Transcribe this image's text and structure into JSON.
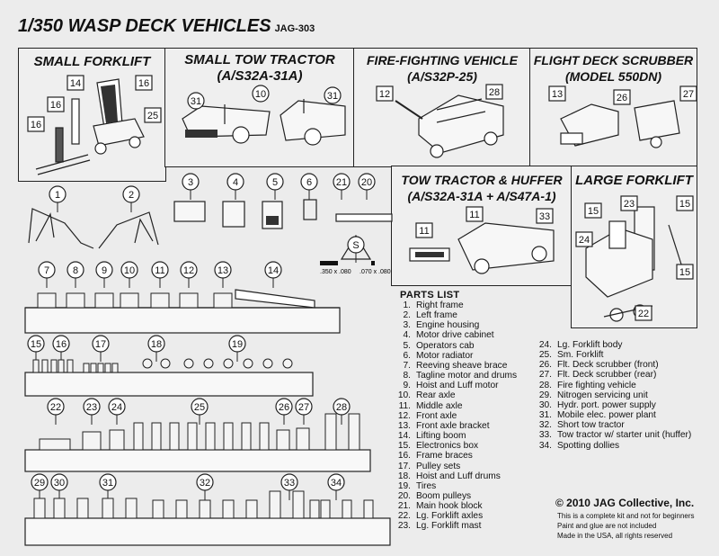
{
  "title": "1/350 WASP DECK VEHICLES",
  "code": "JAG-303",
  "sections": {
    "small_forklift": "SMALL FORKLIFT",
    "small_tow_tractor": [
      "SMALL TOW TRACTOR",
      "(A/S32A-31A)"
    ],
    "fire_fighting": [
      "FIRE-FIGHTING VEHICLE",
      "(A/S32P-25)"
    ],
    "deck_scrubber": [
      "FLIGHT DECK SCRUBBER",
      "(MODEL 550DN)"
    ],
    "tow_tractor_huffer": [
      "TOW TRACTOR & HUFFER",
      "(A/S32A-31A + A/S47A-1)"
    ],
    "large_forklift": "LARGE FORKLIFT"
  },
  "callouts": {
    "small_forklift": [
      "14",
      "16",
      "16",
      "16",
      "25"
    ],
    "small_tow_tractor": [
      "31",
      "10",
      "31"
    ],
    "fire_fighting": [
      "12",
      "28"
    ],
    "deck_scrubber": [
      "13",
      "26",
      "27"
    ],
    "tow_tractor_huffer": [
      "11",
      "33",
      "11"
    ],
    "large_forklift": [
      "23",
      "15",
      "15",
      "24",
      "15",
      "22"
    ],
    "loose": [
      "1",
      "2",
      "3",
      "4",
      "5",
      "6",
      "21",
      "20",
      "S"
    ],
    "sprue1": [
      "7",
      "8",
      "9",
      "10",
      "11",
      "12",
      "13",
      "14"
    ],
    "sprue2": [
      "15",
      "16",
      "17",
      "18",
      "19"
    ],
    "sprue3": [
      "22",
      "23",
      "24",
      "25",
      "26",
      "27",
      "28"
    ],
    "sprue4": [
      "29",
      "30",
      "31",
      "32",
      "33",
      "34"
    ]
  },
  "stock_labels": [
    ".350 x .080",
    ".070 x .080"
  ],
  "parts_list_title": "PARTS  LIST",
  "parts_list": [
    {
      "n": "1.",
      "name": "Right frame"
    },
    {
      "n": "2.",
      "name": "Left frame"
    },
    {
      "n": "3.",
      "name": "Engine housing"
    },
    {
      "n": "4.",
      "name": "Motor drive cabinet"
    },
    {
      "n": "5.",
      "name": "Operators cab"
    },
    {
      "n": "6.",
      "name": "Motor radiator"
    },
    {
      "n": "7.",
      "name": "Reeving  sheave brace"
    },
    {
      "n": "8.",
      "name": "Tagline motor and drums"
    },
    {
      "n": "9.",
      "name": "Hoist and Luff motor"
    },
    {
      "n": "10.",
      "name": "Rear axle"
    },
    {
      "n": "11.",
      "name": "Middle axle"
    },
    {
      "n": "12.",
      "name": "Front axle"
    },
    {
      "n": "13.",
      "name": "Front axle bracket"
    },
    {
      "n": "14.",
      "name": "Lifting boom"
    },
    {
      "n": "15.",
      "name": "Electronics box"
    },
    {
      "n": "16.",
      "name": "Frame braces"
    },
    {
      "n": "17.",
      "name": "Pulley sets"
    },
    {
      "n": "18.",
      "name": "Hoist and Luff drums"
    },
    {
      "n": "19.",
      "name": "Tires"
    },
    {
      "n": "20.",
      "name": "Boom pulleys"
    },
    {
      "n": "21.",
      "name": "Main hook block"
    },
    {
      "n": "22.",
      "name": "Lg. Forklift axles"
    },
    {
      "n": "23.",
      "name": "Lg. Forklift mast"
    },
    {
      "n": "24.",
      "name": "Lg. Forklift body"
    },
    {
      "n": "25.",
      "name": "Sm. Forklift"
    },
    {
      "n": "26.",
      "name": "Flt. Deck scrubber (front)"
    },
    {
      "n": "27.",
      "name": "Flt. Deck scrubber (rear)"
    },
    {
      "n": "28.",
      "name": "Fire fighting vehicle"
    },
    {
      "n": "29.",
      "name": "Nitrogen servicing unit"
    },
    {
      "n": "30.",
      "name": "Hydr. port. power supply"
    },
    {
      "n": "31.",
      "name": "Mobile elec. power plant"
    },
    {
      "n": "32.",
      "name": "Short tow tractor"
    },
    {
      "n": "33.",
      "name": "Tow tractor w/ starter unit (huffer)"
    },
    {
      "n": "34.",
      "name": "Spotting dollies"
    }
  ],
  "copyright": "© 2010 JAG Collective, Inc.",
  "notes": [
    "This is a complete kit and not for beginners",
    "Paint and glue are not included",
    "Made in the USA, all rights reserved"
  ]
}
